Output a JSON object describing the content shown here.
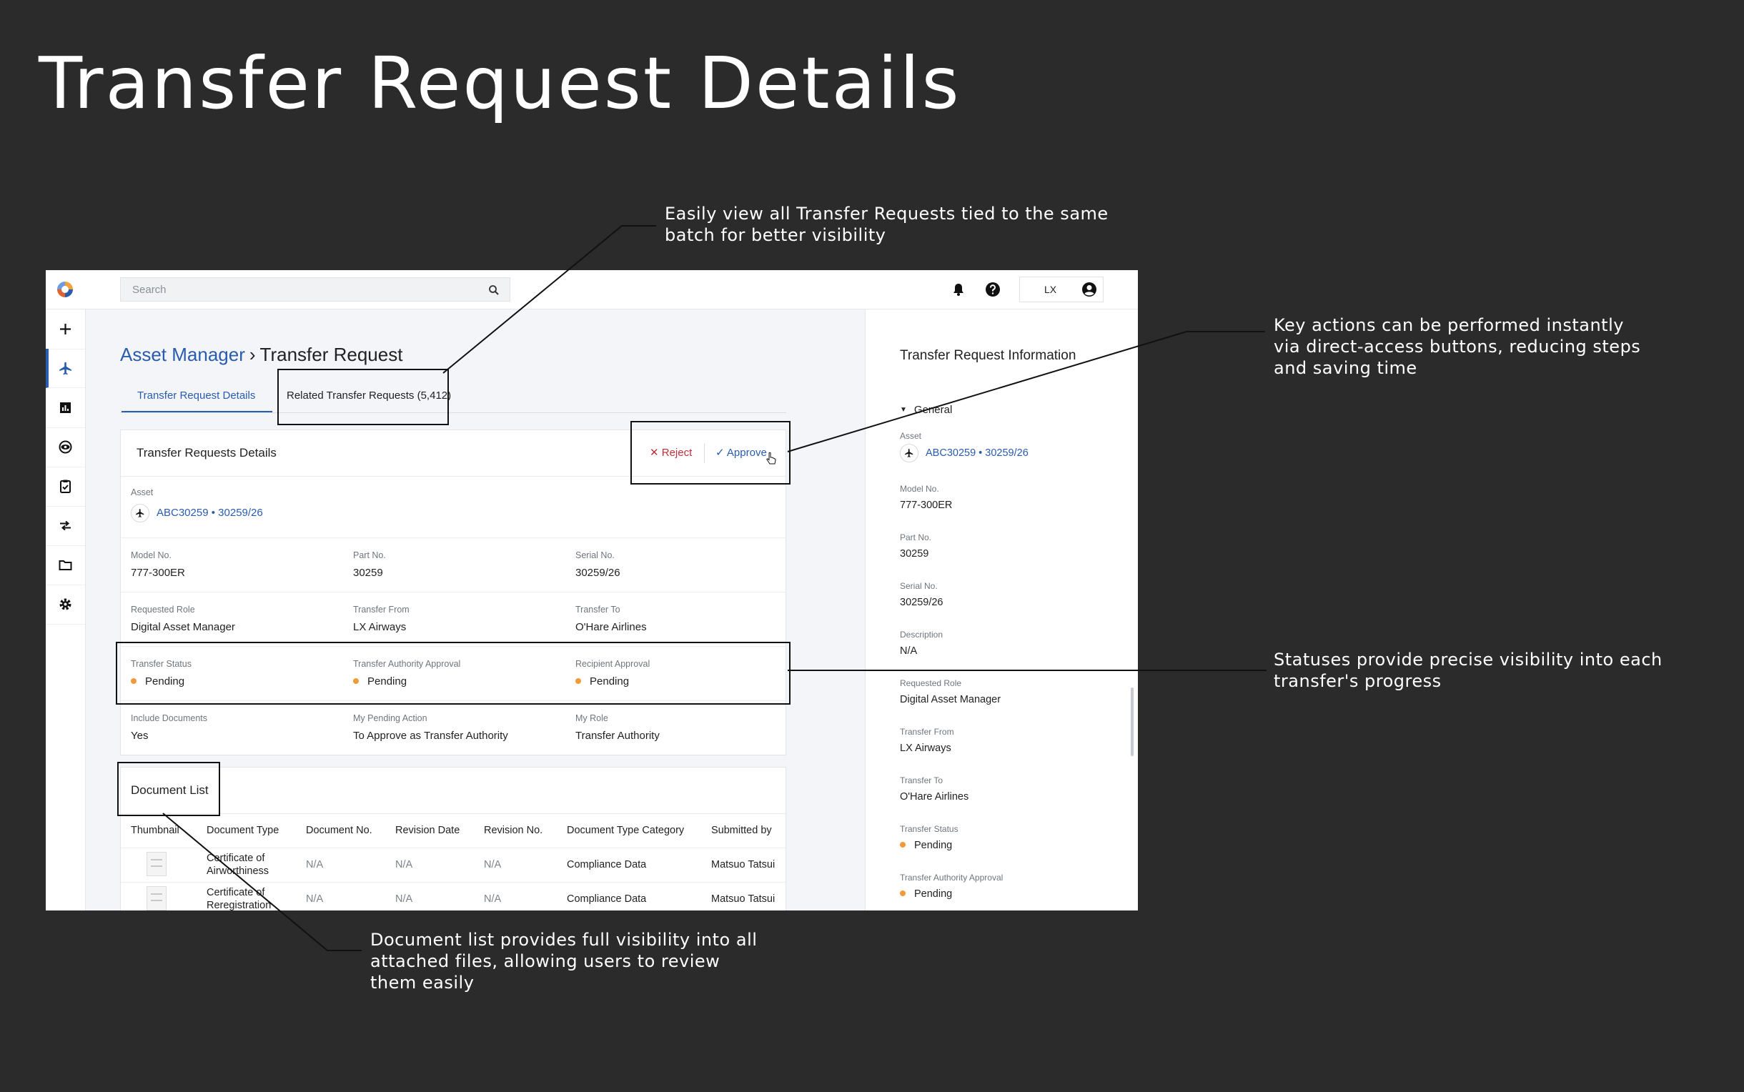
{
  "page": {
    "title": "Transfer Request Details"
  },
  "callouts": {
    "related": [
      "Easily view all Transfer Requests tied to the same",
      "batch for better visibility"
    ],
    "actions": [
      "Key actions can be performed instantly",
      "via direct-access buttons, reducing steps",
      "and saving time"
    ],
    "statuses": [
      "Statuses provide precise visibility into each",
      "transfer's progress"
    ],
    "documents": [
      "Document list provides full visibility into all",
      "attached files, allowing users to review",
      "them easily"
    ]
  },
  "topbar": {
    "search_placeholder": "Search",
    "user_initials": "LX",
    "icons": [
      "logo-icon",
      "search-icon",
      "bell-icon",
      "help-icon",
      "user-icon"
    ]
  },
  "nav": {
    "items": [
      "add",
      "asset-manager",
      "reports",
      "monitor",
      "tasks",
      "transfers",
      "documents",
      "settings"
    ],
    "active": "asset-manager"
  },
  "breadcrumb": {
    "root": "Asset Manager",
    "separator": "›",
    "current": "Transfer Request"
  },
  "tabs": {
    "details": "Transfer Request Details",
    "related": "Related Transfer Requests (5,412)"
  },
  "details_card": {
    "title": "Transfer Requests Details",
    "reject_label": "Reject",
    "approve_label": "Approve",
    "asset": {
      "label": "Asset",
      "id": "ABC30259",
      "dot": "•",
      "serial": "30259/26"
    },
    "model_no": {
      "label": "Model No.",
      "value": "777-300ER"
    },
    "part_no": {
      "label": "Part No.",
      "value": "30259"
    },
    "serial_no": {
      "label": "Serial No.",
      "value": "30259/26"
    },
    "requested_role": {
      "label": "Requested Role",
      "value": "Digital Asset Manager"
    },
    "transfer_from": {
      "label": "Transfer From",
      "value": "LX Airways"
    },
    "transfer_to": {
      "label": "Transfer To",
      "value": "O'Hare Airlines"
    },
    "transfer_status": {
      "label": "Transfer Status",
      "value": "Pending"
    },
    "authority_approval": {
      "label": "Transfer Authority Approval",
      "value": "Pending"
    },
    "recipient_approval": {
      "label": "Recipient Approval",
      "value": "Pending"
    },
    "include_documents": {
      "label": "Include Documents",
      "value": "Yes"
    },
    "pending_action": {
      "label": "My Pending Action",
      "value": "To Approve as Transfer Authority"
    },
    "my_role": {
      "label": "My Role",
      "value": "Transfer Authority"
    },
    "status_color": "#f29a3a"
  },
  "document_list": {
    "title": "Document List",
    "columns": [
      "Thumbnail",
      "Document Type",
      "Document No.",
      "Revision Date",
      "Revision No.",
      "Document Type Category",
      "Submitted by"
    ],
    "rows": [
      {
        "type_line1": "Certificate of",
        "type_line2": "Airworthiness",
        "doc_no": "N/A",
        "rev_date": "N/A",
        "rev_no": "N/A",
        "category": "Compliance Data",
        "submitted_by": "Matsuo Tatsui"
      },
      {
        "type_line1": "Certificate of",
        "type_line2": "Reregistration",
        "doc_no": "N/A",
        "rev_date": "N/A",
        "rev_no": "N/A",
        "category": "Compliance Data",
        "submitted_by": "Matsuo Tatsui"
      }
    ]
  },
  "side_panel": {
    "title": "Transfer Request Information",
    "general_label": "General",
    "asset": {
      "label": "Asset",
      "id": "ABC30259",
      "dot": "•",
      "serial": "30259/26"
    },
    "model_no": {
      "label": "Model No.",
      "value": "777-300ER"
    },
    "part_no": {
      "label": "Part No.",
      "value": "30259"
    },
    "serial_no": {
      "label": "Serial No.",
      "value": "30259/26"
    },
    "description": {
      "label": "Description",
      "value": "N/A"
    },
    "requested_role": {
      "label": "Requested Role",
      "value": "Digital Asset Manager"
    },
    "transfer_from": {
      "label": "Transfer From",
      "value": "LX Airways"
    },
    "transfer_to": {
      "label": "Transfer To",
      "value": "O'Hare Airlines"
    },
    "transfer_status": {
      "label": "Transfer Status",
      "value": "Pending"
    },
    "authority_approval": {
      "label": "Transfer Authority Approval",
      "value": "Pending"
    }
  },
  "colors": {
    "background": "#2b2b2b",
    "accent": "#2a5cad",
    "reject": "#c0303a",
    "pending": "#f29a3a"
  }
}
